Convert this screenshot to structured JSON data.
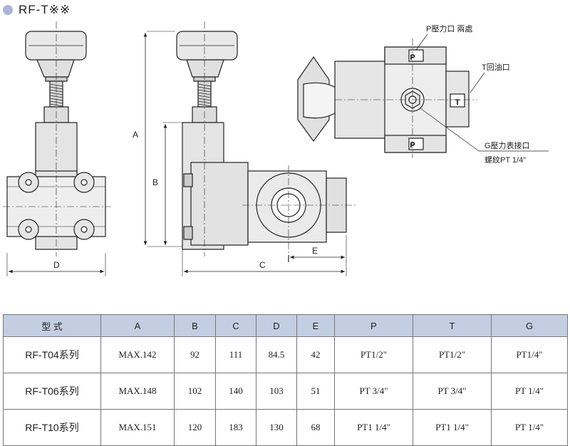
{
  "header": {
    "title": "RF-T※※"
  },
  "drawing": {
    "labels": {
      "p_port": "P壓力口  兩處",
      "t_port": "T回油口",
      "g_port": "G壓力表接口",
      "g_thread": "螺紋PT 1/4\"",
      "port_p": "P",
      "port_t": "T"
    },
    "dimensions": {
      "a": "A",
      "b": "B",
      "c": "C",
      "d": "D",
      "e": "E"
    }
  },
  "table": {
    "headers": [
      "型 式",
      "A",
      "B",
      "C",
      "D",
      "E",
      "P",
      "T",
      "G"
    ],
    "rows": [
      [
        "RF-T04系列",
        "MAX.142",
        "92",
        "111",
        "84.5",
        "42",
        "PT1/2\"",
        "PT1/2\"",
        "PT1/4\""
      ],
      [
        "RF-T06系列",
        "MAX.148",
        "102",
        "140",
        "103",
        "51",
        "PT 3/4\"",
        "PT 3/4\"",
        "PT 1/4\""
      ],
      [
        "RF-T10系列",
        "MAX.151",
        "120",
        "183",
        "130",
        "68",
        "PT1 1/4\"",
        "PT1 1/4\"",
        "PT 1/4\""
      ]
    ]
  }
}
